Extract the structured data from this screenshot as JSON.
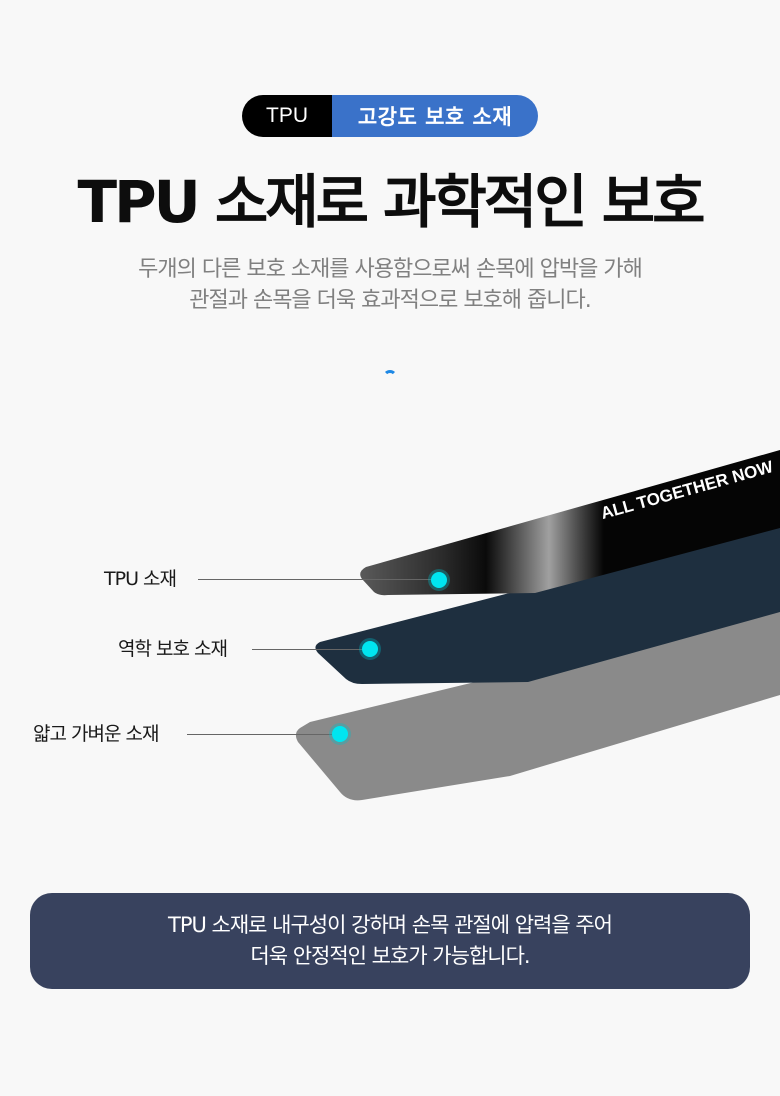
{
  "badge": {
    "left_label": "TPU",
    "right_label": "고강도 보호 소재",
    "left_color": "#000000",
    "right_color": "#3a72c9"
  },
  "headline": "TPU 소재로 과학적인 보호",
  "subtitle": {
    "line1": "두개의 다른 보호 소재를 사용함으로써 손목에 압박을 가해",
    "line2": "관절과 손목을 더욱 효과적으로 보호해 줍니다."
  },
  "loading_indicator": "spinner-icon",
  "diagram": {
    "strap_print": "ALL TOGETHER NOW",
    "layers": [
      {
        "label": "TPU 소재",
        "color": "#050505"
      },
      {
        "label": "역학 보호 소재",
        "color": "#1e2f3f"
      },
      {
        "label": "얇고 가벼운 소재",
        "color": "#8a8a8a"
      }
    ],
    "marker_color": "#00e5f0"
  },
  "info_box": {
    "line1": "TPU 소재로 내구성이 강하며 손목 관절에 압력을 주어",
    "line2": "더욱 안정적인 보호가 가능합니다.",
    "background": "#38425e"
  }
}
